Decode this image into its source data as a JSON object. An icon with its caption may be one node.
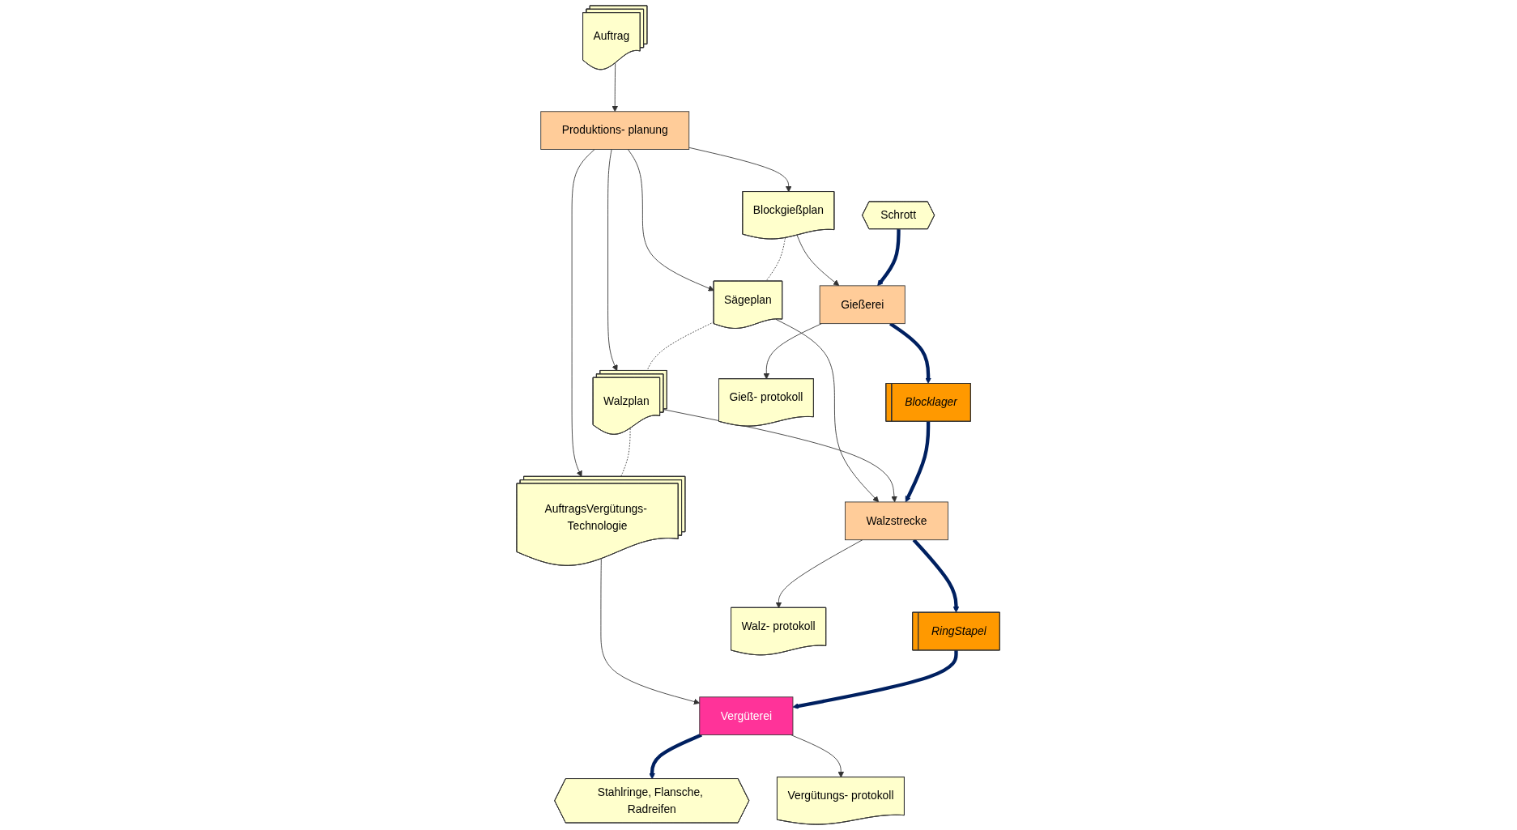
{
  "diagram": {
    "nodes": [
      {
        "text": [
          "Auftrag"
        ]
      },
      {
        "text": [
          "Produktions- planung"
        ]
      },
      {
        "text": [
          "Blockgießplan"
        ]
      },
      {
        "text": [
          "Sägeplan"
        ]
      },
      {
        "text": [
          "Walzplan"
        ]
      },
      {
        "text": [
          "AuftragsVergütungs- Technologie"
        ]
      },
      {
        "text": [
          "Schrott"
        ]
      },
      {
        "text": [
          "Gießerei"
        ]
      },
      {
        "text": [
          "Blocklager"
        ]
      },
      {
        "text": [
          "Walzstrecke"
        ]
      },
      {
        "text": [
          "RingStapel"
        ]
      },
      {
        "text": [
          "Vergüterei"
        ]
      },
      {
        "text": [
          "Stahlringe, Flansche, Radreifen"
        ]
      },
      {
        "text": [
          "Gieß- protokoll"
        ]
      },
      {
        "text": [
          "Walz- protokoll"
        ]
      },
      {
        "text": [
          "Vergütungs- protokoll"
        ]
      }
    ],
    "edges": [
      {
        "from": 0,
        "to": 1,
        "arrow": "to"
      },
      {
        "from": 1,
        "to": 2,
        "arrow": "to"
      },
      {
        "from": 1,
        "to": 3,
        "arrow": "to"
      },
      {
        "from": 1,
        "to": 4,
        "arrow": "to"
      },
      {
        "from": 1,
        "to": 5,
        "arrow": "to"
      },
      {
        "from": 2,
        "to": 3,
        "arrow": "none",
        "style": "dashed"
      },
      {
        "from": 3,
        "to": 4,
        "arrow": "none",
        "style": "dashed"
      },
      {
        "from": 4,
        "to": 5,
        "arrow": "none",
        "style": "dashed"
      },
      {
        "from": 2,
        "to": 7,
        "arrow": "to"
      },
      {
        "from": 3,
        "to": 9,
        "arrow": "to"
      },
      {
        "from": 4,
        "to": 9,
        "arrow": "to"
      },
      {
        "from": 5,
        "to": 11,
        "arrow": "to"
      },
      {
        "from": 6,
        "to": 7,
        "arrow": "to",
        "style": "thick",
        "color": "#002060"
      },
      {
        "from": 7,
        "to": 8,
        "arrow": "to",
        "style": "thick",
        "color": "#002060"
      },
      {
        "from": 8,
        "to": 9,
        "arrow": "to",
        "style": "thick",
        "color": "#002060"
      },
      {
        "from": 9,
        "to": 10,
        "arrow": "to",
        "style": "thick",
        "color": "#002060"
      },
      {
        "from": 10,
        "to": 11,
        "arrow": "to",
        "style": "thick",
        "color": "#002060"
      },
      {
        "from": 11,
        "to": 12,
        "arrow": "to",
        "style": "thick",
        "color": "#002060"
      },
      {
        "from": 7,
        "to": 13,
        "arrow": "to"
      },
      {
        "from": 9,
        "to": 14,
        "arrow": "to"
      },
      {
        "from": 11,
        "to": 15,
        "arrow": "to"
      }
    ]
  }
}
